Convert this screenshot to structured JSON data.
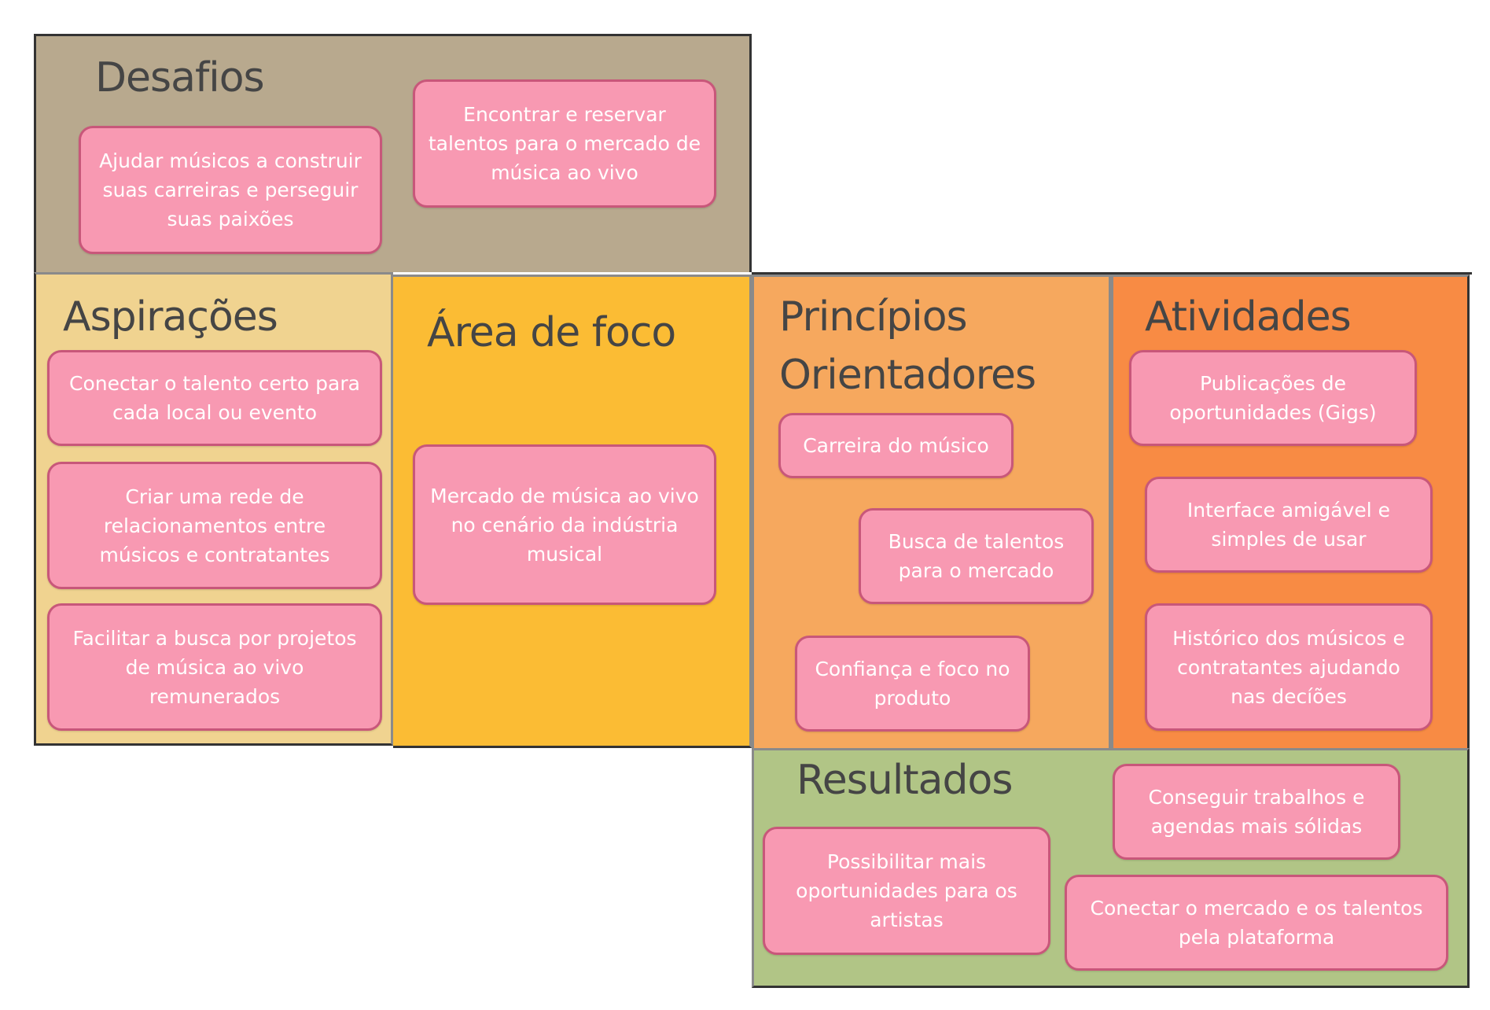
{
  "colors": {
    "desafios": "#b8a98e",
    "aspiracoes": "#f0d390",
    "area_foco": "#fbbc34",
    "principios": "#f6a85e",
    "atividades": "#f88b44",
    "resultados": "#b1c586",
    "card_fill": "#f899b2",
    "card_border": "#c8577a",
    "title_text": "#454545",
    "card_text": "#ffffff"
  },
  "sections": {
    "desafios": {
      "title": "Desafios",
      "cards": [
        "Ajudar músicos a construir suas carreiras e perseguir suas paixões",
        "Encontrar e reservar talentos para o mercado de música ao vivo"
      ]
    },
    "aspiracoes": {
      "title": "Aspirações",
      "cards": [
        "Conectar o talento certo para cada local ou evento",
        "Criar uma rede de relacionamentos entre músicos e contratantes",
        "Facilitar a busca por projetos de música ao vivo remunerados"
      ]
    },
    "area_foco": {
      "title": "Área de foco",
      "cards": [
        "Mercado de música ao vivo no cenário da indústria musical"
      ]
    },
    "principios": {
      "title_line1": "Princípios",
      "title_line2": "Orientadores",
      "cards": [
        "Carreira do músico",
        "Busca de talentos para o mercado",
        "Confiança e foco no produto"
      ]
    },
    "atividades": {
      "title": "Atividades",
      "cards": [
        "Publicações de oportunidades (Gigs)",
        "Interface amigável e simples de usar",
        "Histórico dos músicos e contratantes ajudando nas decíões"
      ]
    },
    "resultados": {
      "title": "Resultados",
      "cards": [
        "Conseguir trabalhos e agendas mais sólidas",
        "Possibilitar mais oportunidades para os artistas",
        "Conectar o mercado e os talentos pela plataforma"
      ]
    }
  }
}
